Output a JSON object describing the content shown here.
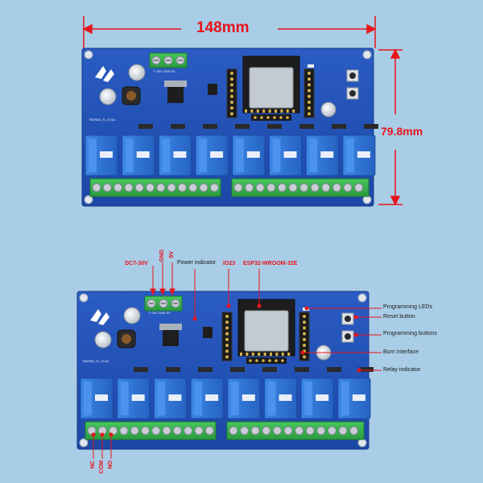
{
  "top_board": {
    "width_label": "148mm",
    "height_label": "79.8mm",
    "model_text": "TB2R8U_R_10.6A",
    "power_terminal_label": "7~30V GND 5V",
    "relay_count": 8
  },
  "bottom_board": {
    "model_text": "TB2R8U_R_10.6A",
    "power_terminal_label": "7~30V GND 5V",
    "relay_count": 8,
    "top_callouts": {
      "dc_input": "DC7-30V",
      "gnd": "GND",
      "v5": "5V",
      "power_indicator": "Power indicator",
      "io": "IO23",
      "module": "ESP32-WROOM-32E"
    },
    "right_callouts": {
      "programming_leds": "Programming LEDs",
      "reset_button": "Reset button",
      "programming_buttons": "Programming buttons",
      "burn_interface": "Burn Interface",
      "relay_indicator": "Relay indicator"
    },
    "bottom_callouts": {
      "nc": "NC",
      "com": "COM",
      "no": "NO"
    }
  },
  "colors": {
    "background": "#a9cde6",
    "pcb": "#1f4fb5",
    "relay": "#2f73d6",
    "terminal": "#35b04b",
    "dimension": "#e8141c"
  }
}
